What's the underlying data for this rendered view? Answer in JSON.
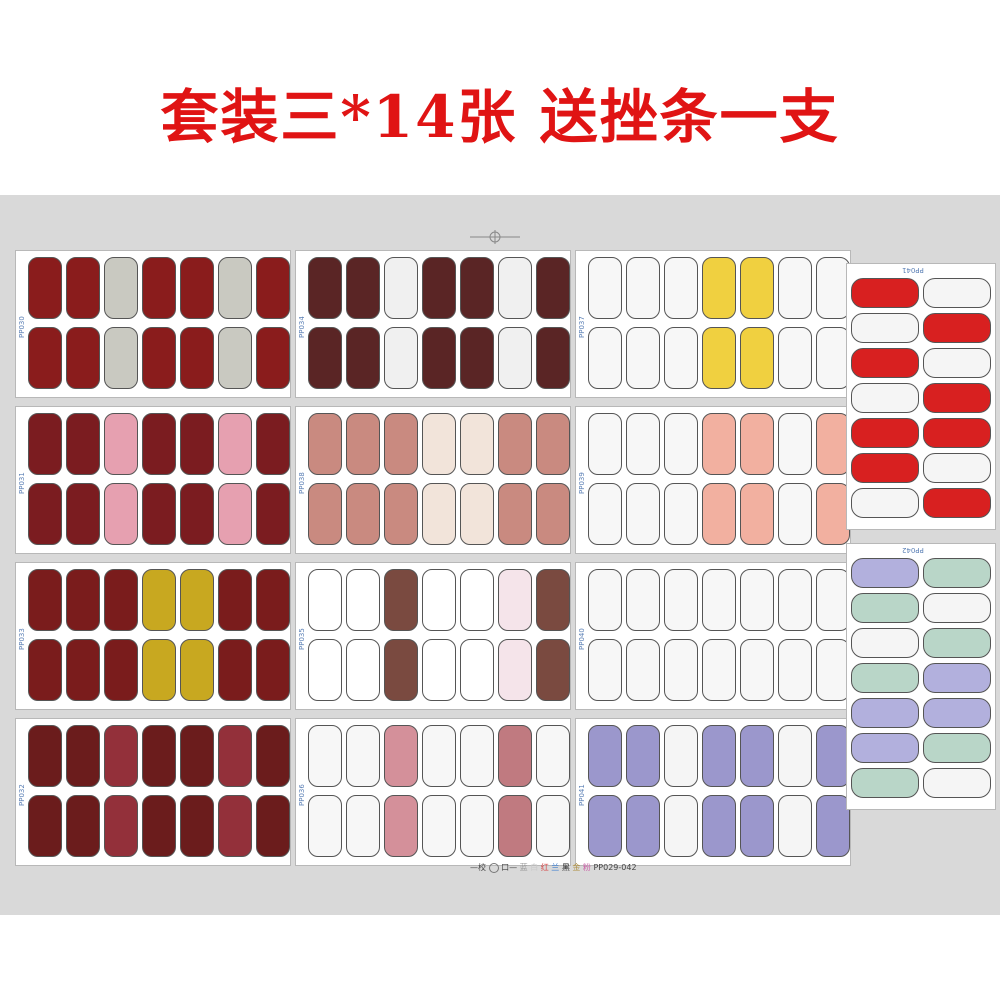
{
  "title": "套装三*14张  送挫条一支",
  "footer": {
    "prefix": "—校",
    "mid": "口—",
    "c1": "蓝",
    "c2": "白",
    "c3": "红",
    "c4": "兰",
    "c5": "黑",
    "c6": "金",
    "c7": "粉",
    "code": "PP029-042"
  },
  "sheets": [
    {
      "code": "PP030",
      "colors": [
        "#8a1c1c",
        "#c9c9c1",
        "#8a1c1c",
        "#c9c9c1",
        "#8a1c1c"
      ]
    },
    {
      "code": "PP034",
      "colors": [
        "#5a2525",
        "#f0f0f0",
        "#5a2525",
        "#f0f0f0",
        "#5a2525"
      ]
    },
    {
      "code": "PP037",
      "colors": [
        "#f7f7f7",
        "#f7f7f7",
        "#f0d040",
        "#f7f7f7",
        "#f7f7f7"
      ]
    },
    {
      "code": "PP031",
      "colors": [
        "#7b1c20",
        "#e6a0b0",
        "#7b1c20",
        "#e6a0b0",
        "#7b1c20"
      ]
    },
    {
      "code": "PP038",
      "colors": [
        "#c98a80",
        "#c98a80",
        "#f2e4da",
        "#c98a80",
        "#c98a80"
      ]
    },
    {
      "code": "PP039",
      "colors": [
        "#f7f7f7",
        "#f7f7f7",
        "#f2b0a0",
        "#f7f7f7",
        "#f2b0a0"
      ]
    },
    {
      "code": "PP033",
      "colors": [
        "#7a1c1c",
        "#7a1c1c",
        "#c8a820",
        "#7a1c1c",
        "#7a1c1c"
      ]
    },
    {
      "code": "PP035",
      "colors": [
        "#ffffff",
        "#7a4a40",
        "#ffffff",
        "#f5e4ea",
        "#7a4a40"
      ]
    },
    {
      "code": "PP040",
      "colors": [
        "#f7f7f7",
        "#f7f7f7",
        "#f7f7f7",
        "#f7f7f7",
        "#f7f7f7"
      ]
    },
    {
      "code": "PP032",
      "colors": [
        "#6b1c1c",
        "#93303a",
        "#6b1c1c",
        "#93303a",
        "#6b1c1c"
      ]
    },
    {
      "code": "PP036",
      "colors": [
        "#f7f7f7",
        "#d4909a",
        "#f7f7f7",
        "#c07a80",
        "#f7f7f7"
      ]
    },
    {
      "code": "PP041",
      "colors": [
        "#9b97cc",
        "#f5f5f5",
        "#9b97cc",
        "#f5f5f5",
        "#9b97cc"
      ]
    }
  ],
  "side_sheets": [
    {
      "code": "PP041",
      "colors": [
        "#d82020",
        "#f5f5f5",
        "#d82020",
        "#f5f5f5",
        "#d82020"
      ]
    },
    {
      "code": "PP042",
      "colors": [
        "#b2b0dd",
        "#b9d6c8",
        "#f5f5f5",
        "#b9d6c8",
        "#b2b0dd"
      ]
    }
  ]
}
